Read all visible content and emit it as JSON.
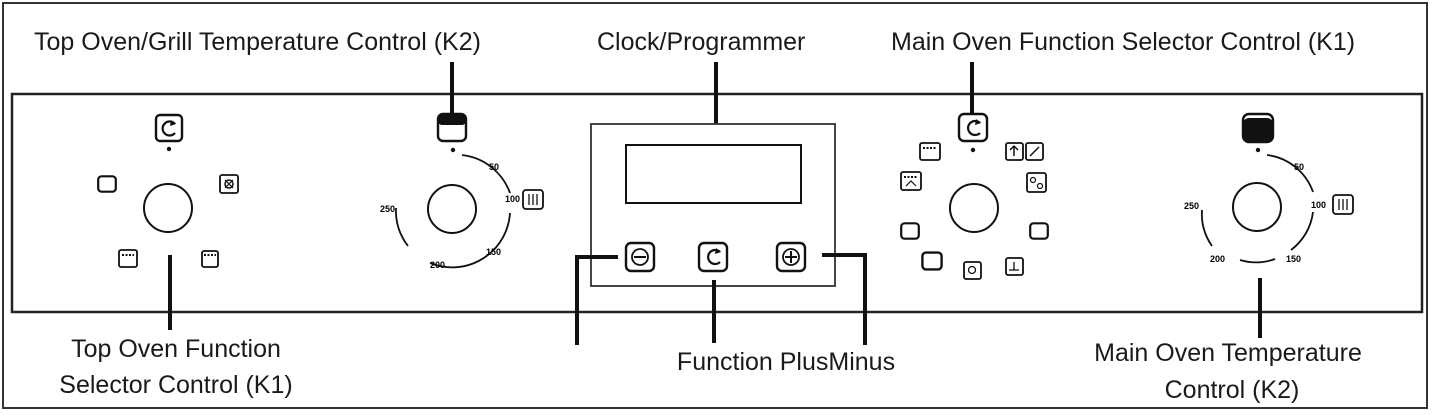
{
  "labels": {
    "top_oven_temp": "Top Oven/Grill Temperature Control (K2)",
    "clock": "Clock/Programmer",
    "main_oven_function": "Main Oven Function Selector Control (K1)",
    "top_oven_function_line1": "Top Oven Function",
    "top_oven_function_line2": "Selector Control (K1)",
    "function_plusminus": "Function PlusMinus",
    "main_oven_temp_line1": "Main Oven Temperature",
    "main_oven_temp_line2": "Control (K2)"
  },
  "top_oven_temp_scale": {
    "t50": "50",
    "t100": "100",
    "t150": "150",
    "t200": "200",
    "t250": "250"
  },
  "main_oven_temp_scale": {
    "t50": "50",
    "t100": "100",
    "t150": "150",
    "t200": "200",
    "t250": "250"
  },
  "icons": [
    "refresh-icon",
    "oven-mode-icon",
    "fan-icon",
    "top-heat-icon",
    "grill-icon",
    "thermometer-icon",
    "minus-icon",
    "plus-icon",
    "pencil-icon",
    "defrost-icon",
    "pizza-icon"
  ],
  "colors": {
    "line": "#1a1a1a",
    "panel_border": "#333333",
    "background": "#ffffff"
  }
}
